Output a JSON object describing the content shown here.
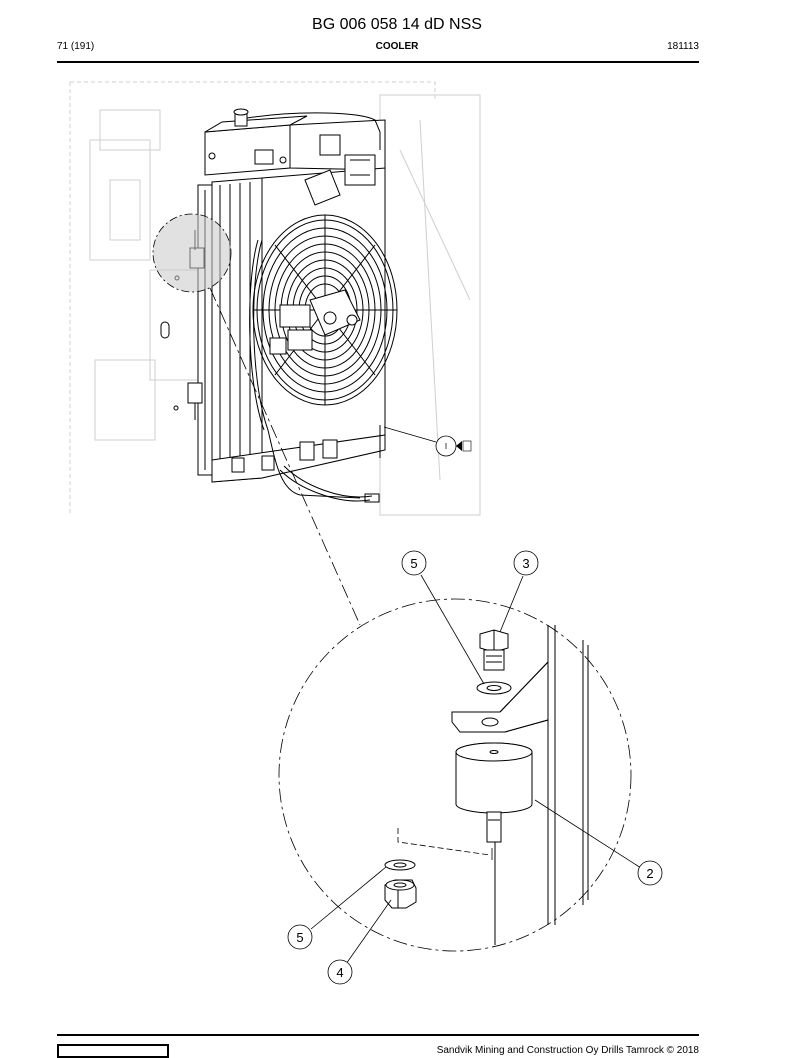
{
  "header": {
    "document_title": "BG 006 058 14 dD NSS",
    "page_number": "71 (191)",
    "section_title": "COOLER",
    "date_code": "181113"
  },
  "figure": {
    "callouts": [
      "5",
      "3",
      "2",
      "5",
      "4"
    ],
    "view_marker": "I"
  },
  "footer": {
    "copyright": "Sandvik Mining and Construction Oy Drills Tamrock © 2018"
  }
}
